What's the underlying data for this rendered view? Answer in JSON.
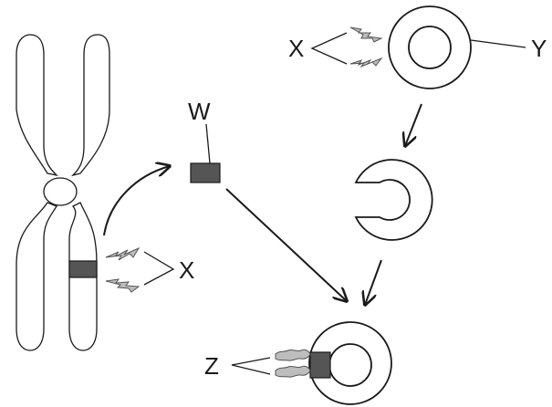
{
  "labels": {
    "x_top": "X",
    "y": "Y",
    "w": "W",
    "x_chromosome": "X",
    "z": "Z"
  },
  "colors": {
    "band": "#555555",
    "bolt": "#bdbdbd",
    "stroke": "#1a1a1a"
  }
}
